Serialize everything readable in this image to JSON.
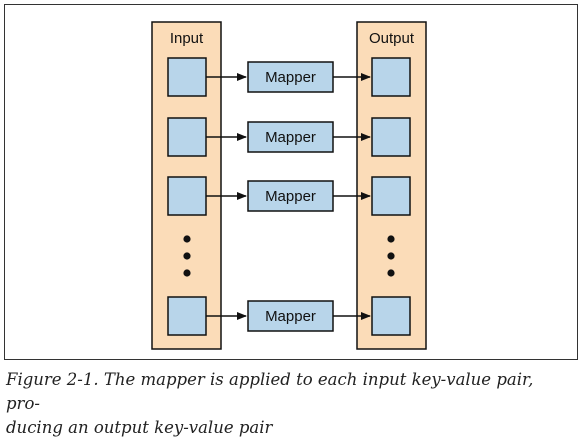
{
  "diagram": {
    "input_label": "Input",
    "output_label": "Output",
    "rows": [
      {
        "mapper_label": "Mapper"
      },
      {
        "mapper_label": "Mapper"
      },
      {
        "mapper_label": "Mapper"
      },
      {
        "mapper_label": "Mapper"
      }
    ],
    "colors": {
      "column_fill": "#fbdcb8",
      "box_fill": "#b8d5ea",
      "stroke": "#111111"
    }
  },
  "caption": {
    "line1": "Figure 2-1. The mapper is applied to each input key-value pair, pro-",
    "line2": "ducing an output key-value pair"
  }
}
